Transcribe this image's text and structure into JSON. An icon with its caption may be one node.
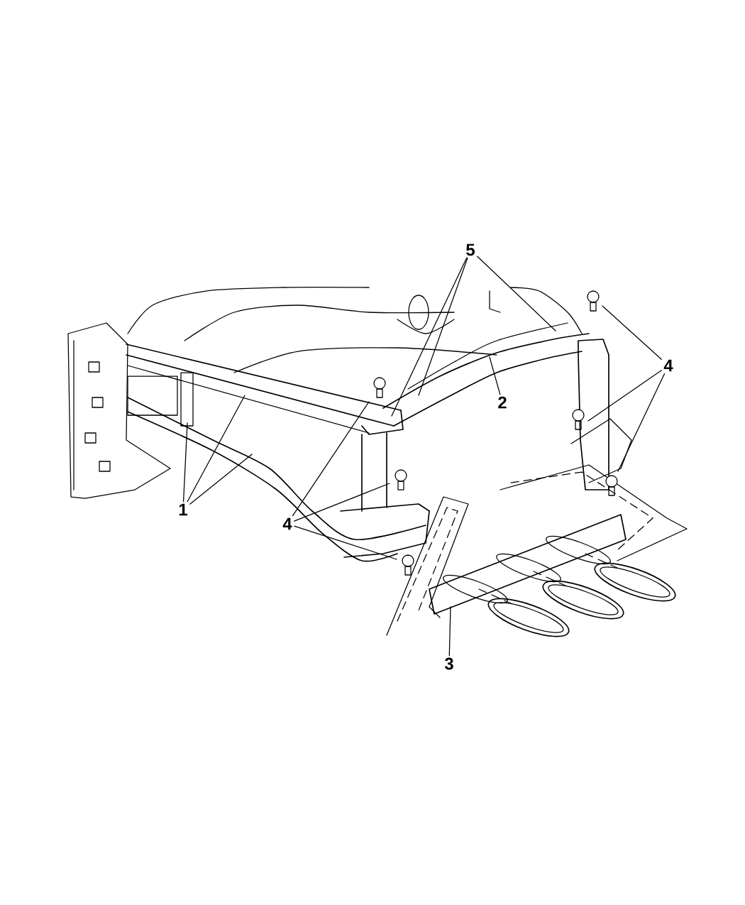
{
  "diagram": {
    "nodes": [
      {
        "text": [
          "1"
        ]
      },
      {
        "text": [
          "4"
        ]
      },
      {
        "text": [
          "5"
        ]
      },
      {
        "text": [
          "2"
        ]
      },
      {
        "text": [
          "4"
        ]
      },
      {
        "text": [
          "3"
        ]
      }
    ],
    "edges": [
      {
        "from": 0,
        "to": null,
        "arrow": "none"
      },
      {
        "from": 0,
        "to": null,
        "arrow": "none"
      },
      {
        "from": 0,
        "to": null,
        "arrow": "none"
      },
      {
        "from": 1,
        "to": null,
        "arrow": "none"
      },
      {
        "from": 1,
        "to": null,
        "arrow": "none"
      },
      {
        "from": 1,
        "to": null,
        "arrow": "none"
      },
      {
        "from": 2,
        "to": null,
        "arrow": "none"
      },
      {
        "from": 2,
        "to": null,
        "arrow": "none"
      },
      {
        "from": 2,
        "to": null,
        "arrow": "none"
      },
      {
        "from": 3,
        "to": null,
        "arrow": "none"
      },
      {
        "from": 4,
        "to": null,
        "arrow": "none"
      },
      {
        "from": 4,
        "to": null,
        "arrow": "none"
      },
      {
        "from": 4,
        "to": null,
        "arrow": "none"
      },
      {
        "from": 5,
        "to": null,
        "arrow": "none"
      }
    ]
  }
}
